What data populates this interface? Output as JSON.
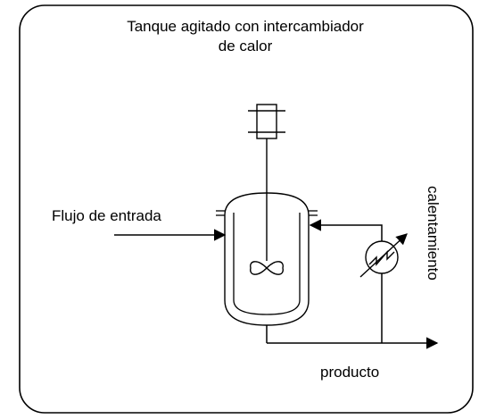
{
  "diagram": {
    "title_line1": "Tanque agitado con intercambiador",
    "title_line2": "de calor",
    "inlet_label": "Flujo de entrada",
    "product_label": "producto",
    "heating_label": "calentamiento"
  }
}
